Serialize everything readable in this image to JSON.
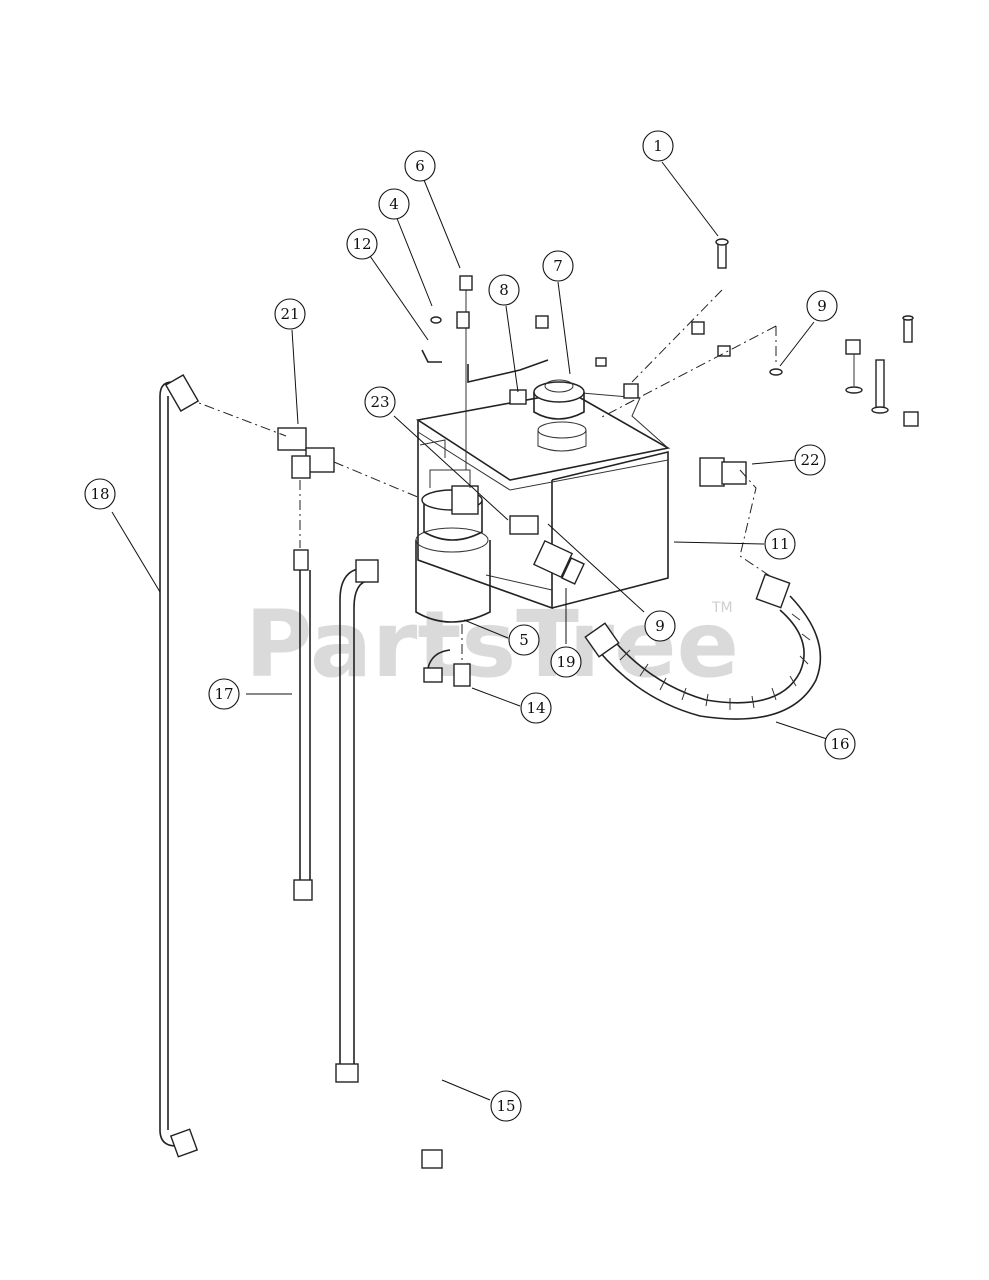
{
  "watermark": {
    "text": "PartsTree",
    "tm": "TM"
  },
  "callouts": [
    {
      "id": "c1",
      "label": "1"
    },
    {
      "id": "c4",
      "label": "4"
    },
    {
      "id": "c5",
      "label": "5"
    },
    {
      "id": "c6",
      "label": "6"
    },
    {
      "id": "c7",
      "label": "7"
    },
    {
      "id": "c8",
      "label": "8"
    },
    {
      "id": "c9a",
      "label": "9"
    },
    {
      "id": "c9b",
      "label": "9"
    },
    {
      "id": "c11",
      "label": "11"
    },
    {
      "id": "c12",
      "label": "12"
    },
    {
      "id": "c14",
      "label": "14"
    },
    {
      "id": "c15",
      "label": "15"
    },
    {
      "id": "c16",
      "label": "16"
    },
    {
      "id": "c17",
      "label": "17"
    },
    {
      "id": "c18",
      "label": "18"
    },
    {
      "id": "c19",
      "label": "19"
    },
    {
      "id": "c21",
      "label": "21"
    },
    {
      "id": "c22",
      "label": "22"
    },
    {
      "id": "c23",
      "label": "23"
    }
  ]
}
